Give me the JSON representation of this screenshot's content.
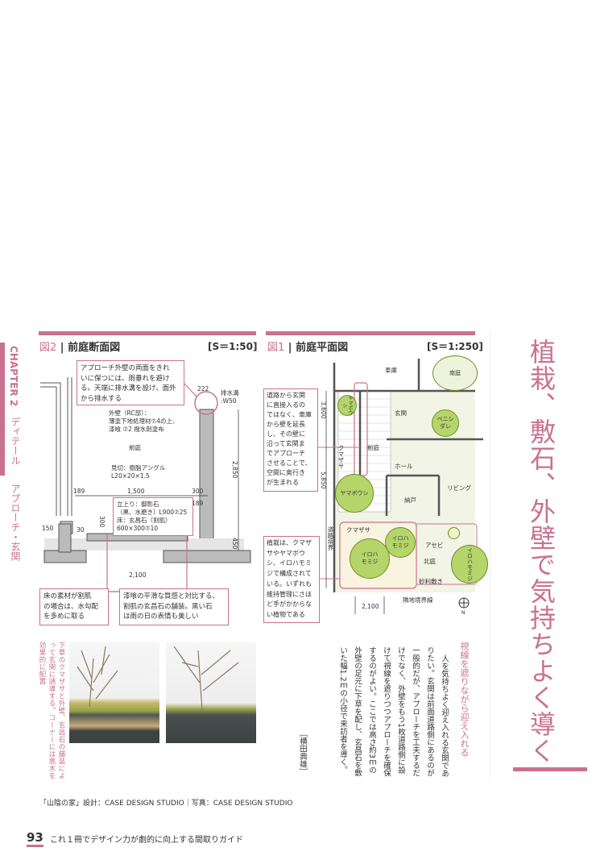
{
  "chapter": {
    "label": "CHAPTER 2",
    "title": "ディテール",
    "section": "アプローチ・玄関"
  },
  "figure2": {
    "number": "図2",
    "title": "前庭断面図",
    "scale": "[S＝1:50]",
    "callout_top": [
      "アプローチ外壁の両面をきれ",
      "いに保つには、雨垂れを避け",
      "る。天端に排水溝を設け、面外",
      "から排水する"
    ],
    "wall_label": [
      "外壁（RC部）：",
      "薄塗下地処理材⑦4の上、",
      "漆喰 ⑦2 撥水剤塗布"
    ],
    "drain_label": [
      "排水溝",
      ":W50"
    ],
    "yard": "前庭",
    "edge_label": [
      "見切：樹脂アングル",
      "L20×20×1.5"
    ],
    "riser_label": [
      "立上り：御影石",
      "（黒、水磨き）L900⑦25",
      "床：玄昌石（割肌）",
      "600×300⑦10"
    ],
    "dims": {
      "d222": "222",
      "d189a": "189",
      "d1500": "1,500",
      "d300a": "300",
      "d189b": "189",
      "d2850": "2,850",
      "d450": "450",
      "d150": "150",
      "d30": "30",
      "d300b": "300",
      "d2100": "2,100"
    },
    "callout_left": [
      "床の素材が割肌",
      "の場合は、水勾配",
      "を多めに取る"
    ],
    "callout_right": [
      "漆喰の平滑な質感と対比する、",
      "割肌の玄昌石の舗装。黒い石",
      "は雨の日の表情も美しい"
    ]
  },
  "figure1": {
    "number": "図1",
    "title": "前庭平面図",
    "scale": "[S＝1:250]",
    "callout_top": [
      "道路から玄関",
      "に直接入るの",
      "ではなく、車庫",
      "から壁を延長",
      "し、その壁に",
      "沿って玄関ま",
      "でアプローチ",
      "させることで、",
      "空間に奥行き",
      "が生まれる"
    ],
    "callout_bottom": [
      "植栽は、クマザ",
      "サやヤマボウ",
      "シ、イロハモミ",
      "ジで構成されて",
      "いる。いずれも",
      "維持管理にさほ",
      "ど手がかからな",
      "い植物である"
    ],
    "rooms": {
      "garage": "車庫",
      "south_garden": "南庭",
      "entrance": "玄関",
      "front_yard": "前庭",
      "hall": "ホール",
      "living": "リビング",
      "storage": "納戸",
      "north_garden": "北庭"
    },
    "plants": {
      "yamaboushi_small": "ヤマボウシ",
      "benishidare": "ベニシダレ",
      "kumazasa1": "クマザサ",
      "yamaboushi": "ヤマボウシ",
      "kumazasa2": "クマザサ",
      "iroha1": "イロハモミジ",
      "iroha2": "イロハモミジ",
      "asebi": "アセビ",
      "iroha3": "イロハモミジ"
    },
    "labels": {
      "gravel": "砂利敷き",
      "boundary": "隣地境界線",
      "road_boundary": "道路境界",
      "north": "N"
    },
    "dims": {
      "d3600": "3,600",
      "d5850": "5,850",
      "d2100": "2,100"
    }
  },
  "article": {
    "title": "植栽、敷石、外壁で気持ちよく導く",
    "subtitle": "視線を遮りながら迎え入れる",
    "body": "人を気持ちよく迎え入れる玄関でありたい。玄関は前面道路側にあるのが一般的だが、アプローチを工夫するだけでなく、外壁をもう1枚道路側に設けて視線を遮りつつアプローチを確保するのがよい。ここでは高さ約3ｍの外壁の足元に下草を配し、玄昌石を敷いた幅1.2ｍの小径で来訪者を導く。",
    "author": "［横田典雄］"
  },
  "photo_caption": "下草のクマザサと外壁、玄昌石の舗装によって玄関に誘導する。コーナーには高木を効果的に配置",
  "credit": "「山陰の家」設計：CASE DESIGN STUDIO｜写真：CASE DESIGN STUDIO",
  "footer": {
    "page": "93",
    "book_title": "これ１冊でデザイン力が劇的に向上する間取りガイド"
  },
  "colors": {
    "accent": "#c9718f",
    "tree": "#b5d56a"
  }
}
